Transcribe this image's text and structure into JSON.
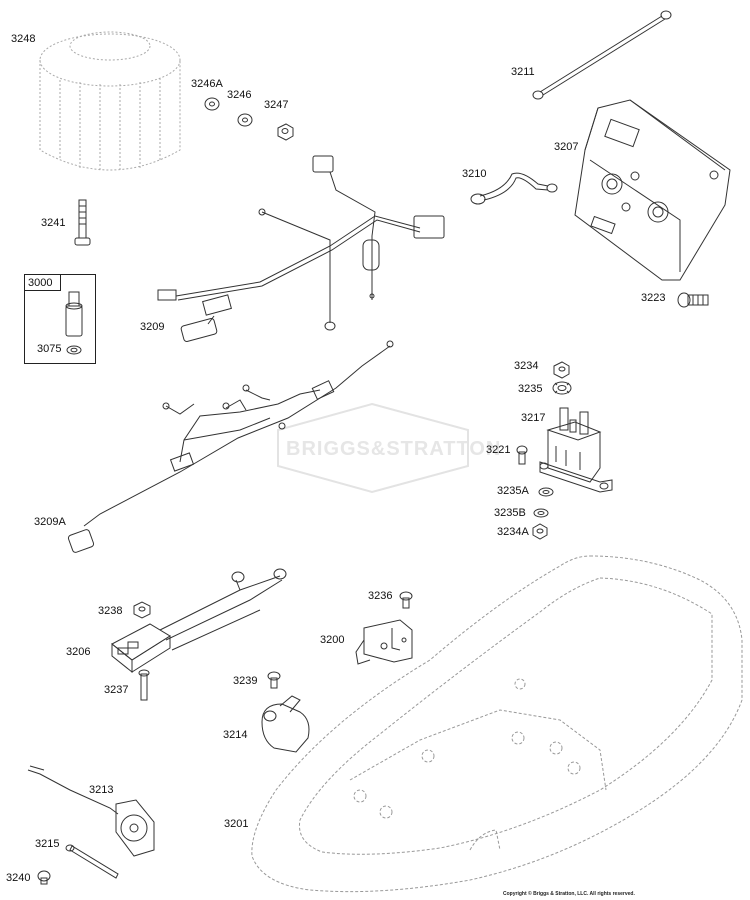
{
  "watermark": {
    "text": "BRIGGS&STRATTON"
  },
  "copyright": "Copyright © Briggs & Stratton, LLC. All rights reserved.",
  "kit_box_label": "3000",
  "parts": [
    {
      "id": "3248",
      "label": "3248"
    },
    {
      "id": "3246A",
      "label": "3246A"
    },
    {
      "id": "3246",
      "label": "3246"
    },
    {
      "id": "3247",
      "label": "3247"
    },
    {
      "id": "3211",
      "label": "3211"
    },
    {
      "id": "3207",
      "label": "3207"
    },
    {
      "id": "3210",
      "label": "3210"
    },
    {
      "id": "3241",
      "label": "3241"
    },
    {
      "id": "3223",
      "label": "3223"
    },
    {
      "id": "3000",
      "label": "3000"
    },
    {
      "id": "3209",
      "label": "3209"
    },
    {
      "id": "3075",
      "label": "3075"
    },
    {
      "id": "3234",
      "label": "3234"
    },
    {
      "id": "3235",
      "label": "3235"
    },
    {
      "id": "3217",
      "label": "3217"
    },
    {
      "id": "3221",
      "label": "3221"
    },
    {
      "id": "3235A",
      "label": "3235A"
    },
    {
      "id": "3235B",
      "label": "3235B"
    },
    {
      "id": "3234A",
      "label": "3234A"
    },
    {
      "id": "3209A",
      "label": "3209A"
    },
    {
      "id": "3236",
      "label": "3236"
    },
    {
      "id": "3238",
      "label": "3238"
    },
    {
      "id": "3200",
      "label": "3200"
    },
    {
      "id": "3206",
      "label": "3206"
    },
    {
      "id": "3239",
      "label": "3239"
    },
    {
      "id": "3237",
      "label": "3237"
    },
    {
      "id": "3214",
      "label": "3214"
    },
    {
      "id": "3213",
      "label": "3213"
    },
    {
      "id": "3201",
      "label": "3201"
    },
    {
      "id": "3215",
      "label": "3215"
    },
    {
      "id": "3240",
      "label": "3240"
    }
  ]
}
